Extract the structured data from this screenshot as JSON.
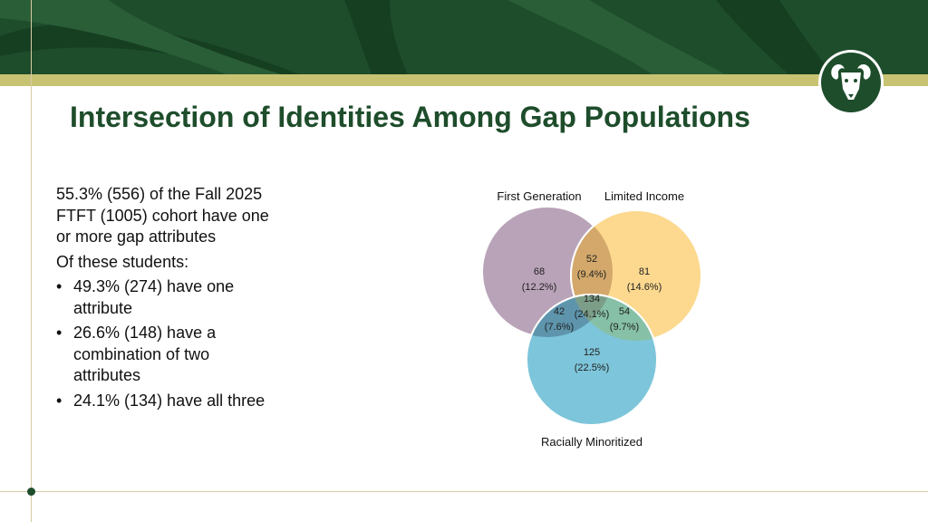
{
  "title": "Intersection of Identities Among Gap Populations",
  "summary": {
    "intro": "55.3% (556) of the Fall 2025 FTFT (1005) cohort have one or more gap attributes",
    "lead": "Of these students:",
    "bullets": [
      "49.3% (274) have one attribute",
      "26.6% (148) have a combination of two attributes",
      "24.1% (134) have all three"
    ]
  },
  "venn": {
    "labels": {
      "first_generation": "First Generation",
      "limited_income": "Limited Income",
      "racially_minoritized": "Racially Minoritized"
    },
    "regions": {
      "first_gen_only": {
        "count": "68",
        "pct": "(12.2%)"
      },
      "income_only": {
        "count": "81",
        "pct": "(14.6%)"
      },
      "racial_only": {
        "count": "125",
        "pct": "(22.5%)"
      },
      "first_gen_income": {
        "count": "52",
        "pct": "(9.4%)"
      },
      "first_gen_racial": {
        "count": "42",
        "pct": "(7.6%)"
      },
      "income_racial": {
        "count": "54",
        "pct": "(9.7%)"
      },
      "all_three": {
        "count": "134",
        "pct": "(24.1%)"
      }
    },
    "colors": {
      "first_generation": "#b9a3b8",
      "limited_income": "#fcd98f",
      "racially_minoritized": "#7dc5da",
      "first_gen_income": "#d3a86a",
      "first_gen_racial": "#5e95ad",
      "income_racial": "#86c0a6",
      "all_three": "#7c9e89"
    }
  },
  "colors": {
    "brand_green": "#1e4d2b",
    "brand_gold": "#c8c372"
  },
  "logo_icon": "ram-logo-icon"
}
